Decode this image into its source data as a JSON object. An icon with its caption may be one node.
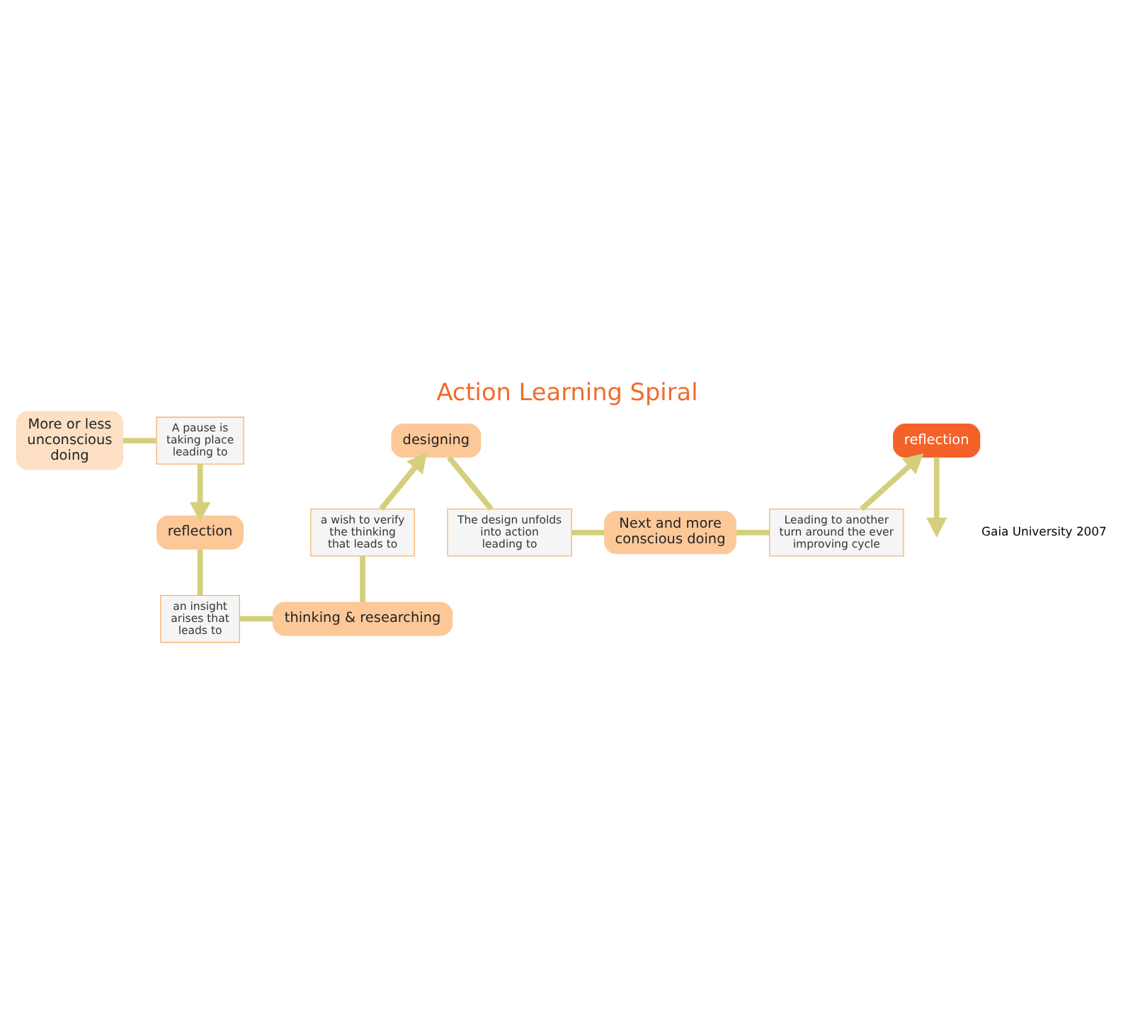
{
  "diagram": {
    "title": "Action Learning Spiral",
    "caption": "Gaia University 2007",
    "nodes": [
      {
        "text": [
          "More or less unconscious doing"
        ]
      },
      {
        "text": [
          "A pause is taking place leading to"
        ]
      },
      {
        "text": [
          "reflection"
        ]
      },
      {
        "text": [
          "an insight arises that leads to"
        ]
      },
      {
        "text": [
          "thinking & researching"
        ]
      },
      {
        "text": [
          "a wish to verify the thinking that leads to"
        ]
      },
      {
        "text": [
          "designing"
        ]
      },
      {
        "text": [
          "The design unfolds into action leading to"
        ]
      },
      {
        "text": [
          "Next and more conscious doing"
        ]
      },
      {
        "text": [
          "Leading to another turn around the ever improving cycle"
        ]
      },
      {
        "text": [
          "reflection"
        ]
      }
    ],
    "edges": [
      {
        "from": 0,
        "to": 1,
        "arrow": "none"
      },
      {
        "from": 1,
        "to": 2,
        "arrow": "to"
      },
      {
        "from": 2,
        "to": 3,
        "arrow": "none"
      },
      {
        "from": 3,
        "to": 4,
        "arrow": "none"
      },
      {
        "from": 4,
        "to": 5,
        "arrow": "none"
      },
      {
        "from": 5,
        "to": 6,
        "arrow": "to"
      },
      {
        "from": 6,
        "to": 7,
        "arrow": "none"
      },
      {
        "from": 7,
        "to": 8,
        "arrow": "none"
      },
      {
        "from": 8,
        "to": 9,
        "arrow": "none"
      },
      {
        "from": 9,
        "to": 10,
        "arrow": "to"
      },
      {
        "from": 10,
        "to": null,
        "arrow": "to"
      }
    ]
  }
}
